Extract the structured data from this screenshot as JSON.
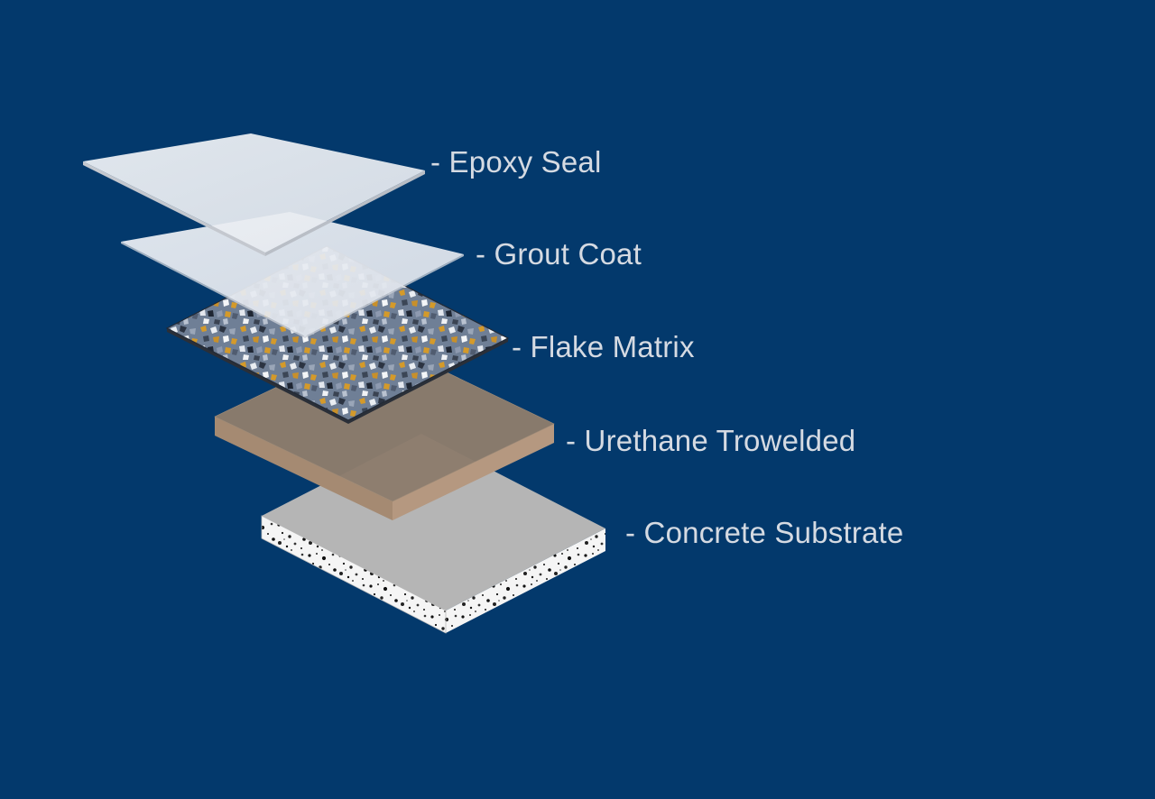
{
  "diagram": {
    "layers": [
      {
        "id": "epoxy-seal",
        "label": "- Epoxy Seal"
      },
      {
        "id": "grout-coat",
        "label": "- Grout Coat"
      },
      {
        "id": "flake-matrix",
        "label": "- Flake Matrix"
      },
      {
        "id": "urethane-troweled",
        "label": "- Urethane Trowelded"
      },
      {
        "id": "concrete-substrate",
        "label": "- Concrete Substrate"
      }
    ]
  },
  "colors": {
    "background": "#03396c",
    "label_text": "#d5dae2",
    "epoxy_seal": "#eef1f5",
    "grout_coat": "#e8ecf3",
    "flake_matrix_base": "#6f7f96",
    "flake_orange": "#d49a2a",
    "urethane_top": "#8c7c6c",
    "urethane_side": "#b59880",
    "concrete_top": "#b5b5b5",
    "concrete_side": "#f4f4f4"
  }
}
